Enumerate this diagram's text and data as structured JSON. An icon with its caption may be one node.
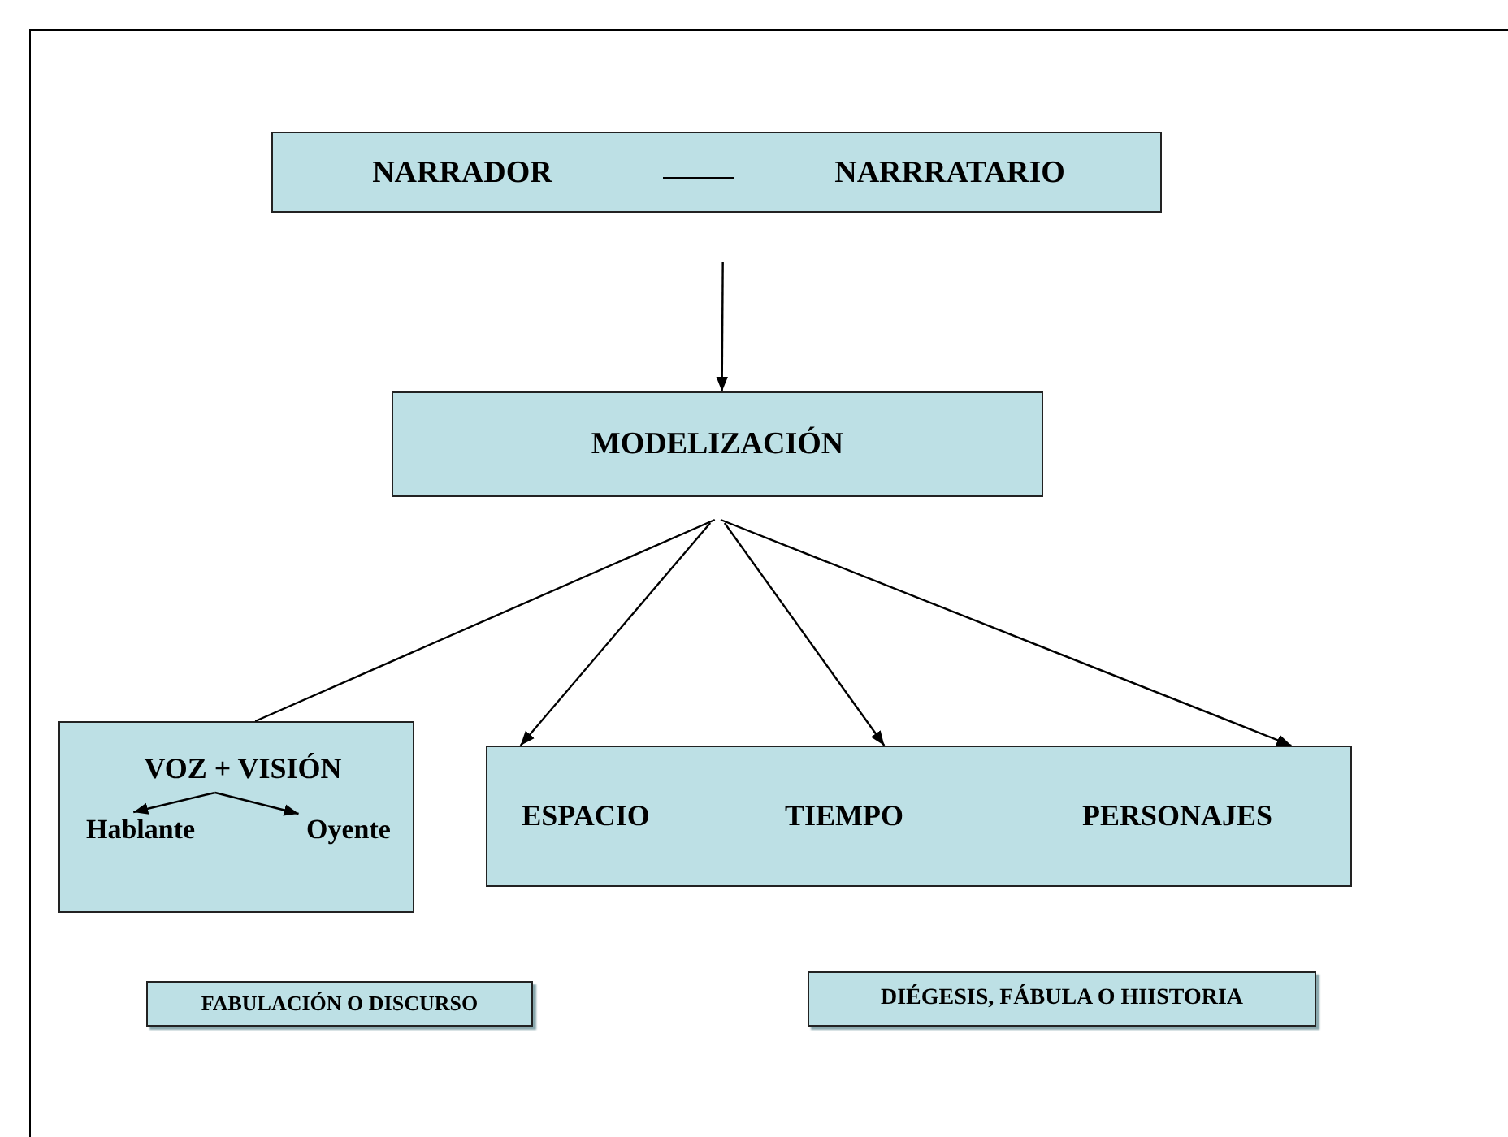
{
  "diagram": {
    "nodes": [
      {
        "text": [],
        "shape": "box"
      },
      {
        "text": [
          "NARRADOR"
        ],
        "in": 0
      },
      {
        "text": [
          "NARRRATARIO"
        ],
        "in": 0
      },
      {
        "text": [
          "MODELIZACIÓN"
        ]
      },
      {
        "text": [],
        "shape": "box"
      },
      {
        "text": [
          "VOZ + VISIÓN"
        ],
        "in": 4
      },
      {
        "text": [
          "Hablante"
        ],
        "in": 4
      },
      {
        "text": [
          "Oyente"
        ],
        "in": 4
      },
      {
        "text": [],
        "shape": "box"
      },
      {
        "text": [
          "ESPACIO"
        ],
        "in": 8
      },
      {
        "text": [
          "TIEMPO"
        ],
        "in": 8
      },
      {
        "text": [
          "PERSONAJES"
        ],
        "in": 8
      },
      {
        "text": [
          "FABULACIÓN O DISCURSO"
        ]
      },
      {
        "text": [
          "DIÉGESIS, FÁBULA O HIISTORIA"
        ]
      }
    ],
    "edges": [
      {
        "from": 1,
        "to": 2,
        "arrow": "none"
      },
      {
        "from": 0,
        "to": 3,
        "arrow": "to"
      },
      {
        "from": 3,
        "to": 4,
        "arrow": "none"
      },
      {
        "from": 3,
        "to": 8,
        "arrow": "to"
      },
      {
        "from": 3,
        "to": 8,
        "arrow": "to"
      },
      {
        "from": 3,
        "to": 8,
        "arrow": "to"
      },
      {
        "from": 5,
        "to": 6,
        "arrow": "to"
      },
      {
        "from": 5,
        "to": 7,
        "arrow": "to"
      }
    ]
  }
}
